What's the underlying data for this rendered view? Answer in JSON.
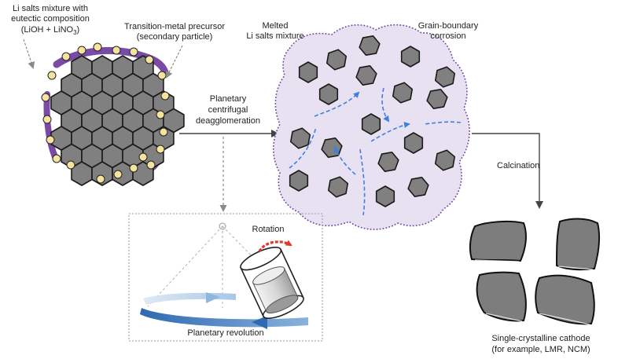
{
  "labels": {
    "li_salts_line1": "Li salts mixture with",
    "li_salts_line2": "eutectic composition",
    "li_salts_line3_pre": "(LiOH + LiNO",
    "li_salts_line3_sub": "3",
    "li_salts_line3_post": ")",
    "precursor_line1": "Transition-metal precursor",
    "precursor_line2": "(secondary particle)",
    "planetary_line1": "Planetary",
    "planetary_line2": "centrifugal",
    "planetary_line3": "deagglomeration",
    "melted_line1": "Melted",
    "melted_line2": "Li salts mixture",
    "grain_line1": "Grain-boundary",
    "grain_line2": "corrosion",
    "calcination": "Calcination",
    "rotation": "Rotation",
    "planetary_revolution": "Planetary revolution",
    "cathode_line1": "Single-crystalline cathode",
    "cathode_line2": "(for example, LMR, NCM)"
  },
  "colors": {
    "hexagon_fill": "#808080",
    "hexagon_stroke": "#1a1a1a",
    "salt_purple": "#7a4ba6",
    "salt_dot": "#f7e3a0",
    "melt_fill": "#e8e1f1",
    "melt_border": "#6a4aa0",
    "flow_arrow": "#3f7fe0",
    "rotation_red": "#e03a2a",
    "revolution_blue": "#3f7fbf",
    "crystal_fill": "#7d7d7d",
    "process_line": "#444444"
  },
  "icons": {
    "precursor": "hexagon-cluster-icon",
    "melt": "melt-blob-icon",
    "jar": "milling-jar-icon",
    "crystals": "single-crystal-icon"
  }
}
